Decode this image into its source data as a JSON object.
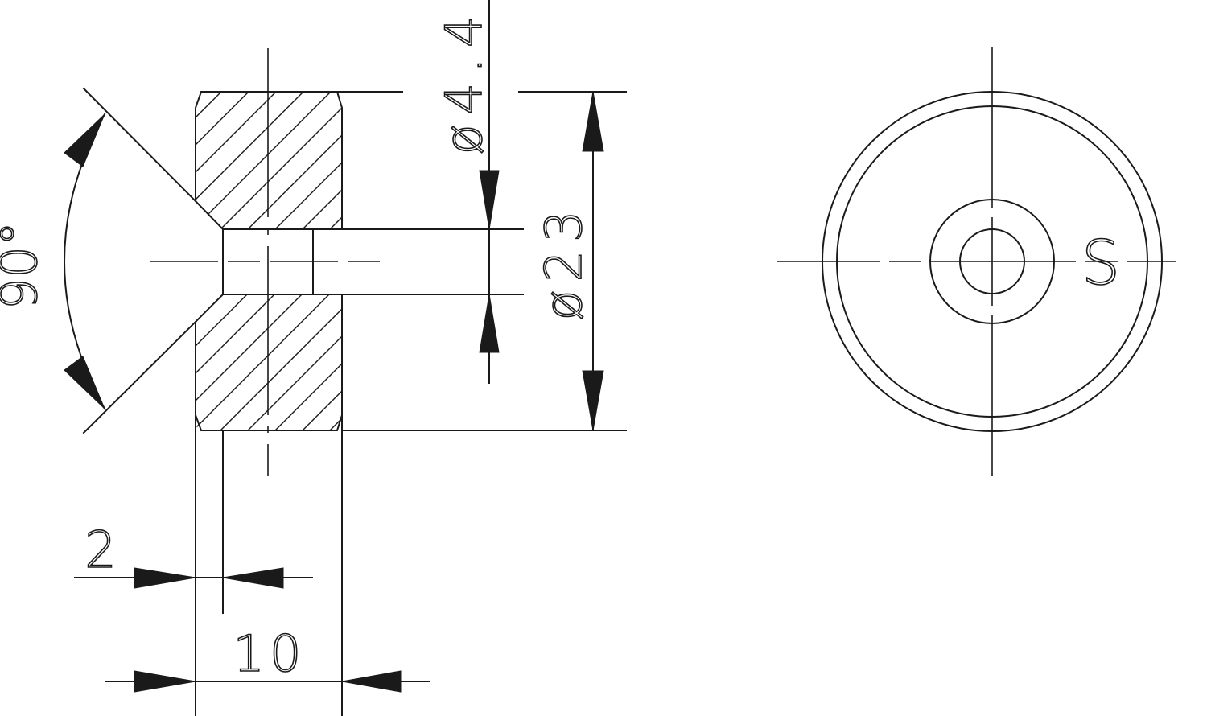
{
  "side_view": {
    "angle_label": "90°",
    "hole_diameter_label": "ø4.4",
    "outer_diameter_label": "ø23",
    "chamfer_label": "2",
    "thickness_label": "10"
  },
  "front_view": {
    "marking_label": "S"
  }
}
